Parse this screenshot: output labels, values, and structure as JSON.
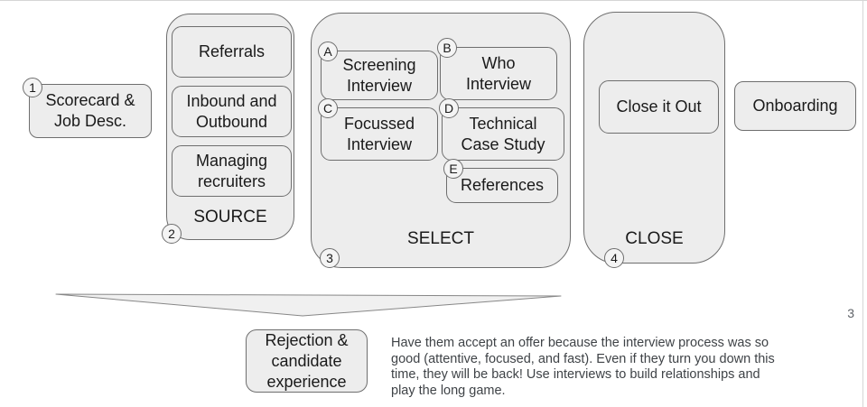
{
  "slide": {
    "page_number": "3",
    "note": "Have them accept an offer because the interview process was so\ngood (attentive, focused, and fast). Even if they turn you down this\ntime, they will be back! Use interviews to build relationships and\nplay the long game."
  },
  "pipeline": {
    "scorecard": {
      "badge": "1",
      "label": "Scorecard &\nJob Desc."
    },
    "source": {
      "badge": "2",
      "title": "SOURCE",
      "items": [
        {
          "label": "Referrals"
        },
        {
          "label": "Inbound and\nOutbound"
        },
        {
          "label": "Managing\nrecruiters"
        }
      ]
    },
    "select": {
      "badge": "3",
      "title": "SELECT",
      "items": [
        {
          "badge": "A",
          "label": "Screening\nInterview"
        },
        {
          "badge": "B",
          "label": "Who\nInterview"
        },
        {
          "badge": "C",
          "label": "Focussed\nInterview"
        },
        {
          "badge": "D",
          "label": "Technical\nCase Study"
        },
        {
          "badge": "E",
          "label": "References"
        }
      ]
    },
    "close": {
      "badge": "4",
      "title": "CLOSE",
      "item_label": "Close it Out"
    },
    "onboarding": {
      "label": "Onboarding"
    }
  },
  "funnel": {
    "outcome_label": "Rejection &\ncandidate\nexperience"
  },
  "colors": {
    "shape_fill": "#ededed",
    "shape_border": "#6e6e6e",
    "note_text": "#3f4347"
  }
}
